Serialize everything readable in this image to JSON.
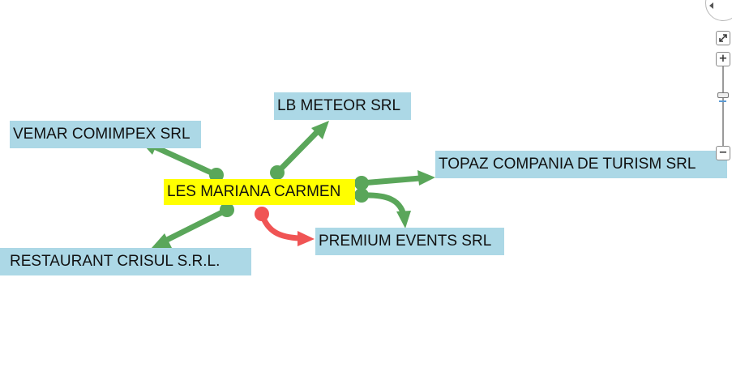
{
  "center": {
    "label": "LES MARIANA CARMEN"
  },
  "nodes": {
    "vemar": {
      "label": "VEMAR COMIMPEX SRL"
    },
    "lb_meteor": {
      "label": "LB METEOR SRL"
    },
    "topaz": {
      "label": "TOPAZ COMPANIA DE TURISM SRL"
    },
    "premium": {
      "label": "PREMIUM EVENTS SRL"
    },
    "crisul": {
      "label": "RESTAURANT CRISUL S.R.L."
    }
  },
  "edges": [
    {
      "from": "center",
      "to": "vemar",
      "color": "#5aa65a"
    },
    {
      "from": "center",
      "to": "lb_meteor",
      "color": "#5aa65a"
    },
    {
      "from": "center",
      "to": "topaz",
      "color": "#5aa65a"
    },
    {
      "from": "center",
      "to": "premium",
      "color": "#5aa65a"
    },
    {
      "from": "center",
      "to": "crisul",
      "color": "#5aa65a"
    },
    {
      "from": "center",
      "to": "premium",
      "color": "#f05454"
    }
  ],
  "colors": {
    "node_bg": "#acd8e6",
    "center_bg": "#ffff00",
    "edge_green": "#5aa65a",
    "edge_red": "#f05454"
  },
  "controls": {
    "fit_icon": "expand-icon",
    "zoom_in_label": "+",
    "zoom_out_label": "−"
  }
}
